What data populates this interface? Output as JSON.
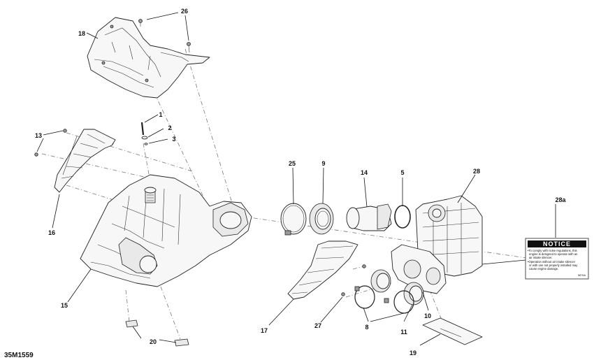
{
  "callouts": {
    "c1": "1",
    "c2": "2",
    "c3": "3",
    "c5": "5",
    "c8": "8",
    "c9": "9",
    "c10": "10",
    "c11": "11",
    "c13": "13",
    "c14": "14",
    "c15": "15",
    "c16": "16",
    "c17": "17",
    "c18": "18",
    "c19": "19",
    "c20": "20",
    "c25": "25",
    "c26": "26",
    "c27": "27",
    "c28": "28",
    "c28a": "28a"
  },
  "figure_ref": "35M1559",
  "notice_label": {
    "title": "NOTICE",
    "line1": "•To comply with noise regulations, this",
    "line2": "engine is designed to operate with an",
    "line3": "air intake silencer.",
    "line4": "•Operation without air intake silencer",
    "line5": "or with one not properly installed may",
    "line6": "cause engine damage.",
    "code": "5876A"
  }
}
